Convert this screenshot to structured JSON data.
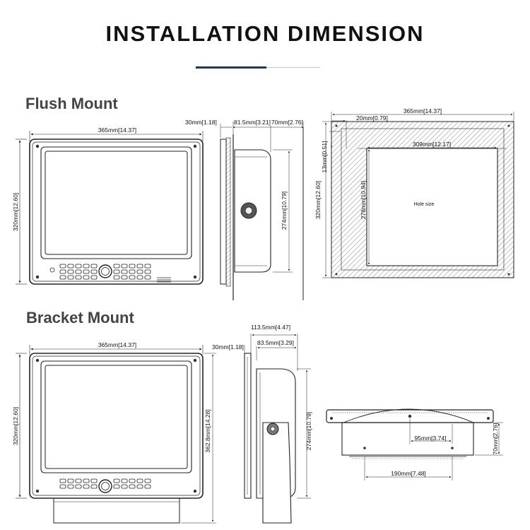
{
  "title": "INSTALLATION DIMENSION",
  "sections": {
    "flush": "Flush Mount",
    "bracket": "Bracket Mount"
  },
  "dims": {
    "flush_front_width": "365mm[14.37]",
    "flush_front_height": "320mm[12.60]",
    "flush_side_bezel": "30mm[1.18]",
    "flush_side_depth_a": "81.5mm[3.21]",
    "flush_side_depth_b": "70mm[2.76]",
    "flush_side_height": "274mm[10.79]",
    "cutout_outer_width": "365mm[14.37]",
    "cutout_margin_x": "20mm[0.79]",
    "cutout_margin_y": "13mm[0.51]",
    "cutout_hole_width": "309mm[12.17]",
    "cutout_outer_height": "320mm[12.60]",
    "cutout_hole_height": "278mm[10.94]",
    "hole_label": "Hole size",
    "bracket_front_width": "365mm[14.37]",
    "bracket_front_height": "320mm[12.60]",
    "bracket_total_height": "362.8mm[14.28]",
    "bracket_side_total": "113.5mm[4.47]",
    "bracket_side_bezel": "30mm[1.18]",
    "bracket_side_depth": "83.5mm[3.29]",
    "bracket_side_height": "274mm[10.79]",
    "top_mount_spacing": "95mm[3.74]",
    "top_mount_height": "70mm[2.76]",
    "top_base_width": "190mm[7.48]"
  }
}
